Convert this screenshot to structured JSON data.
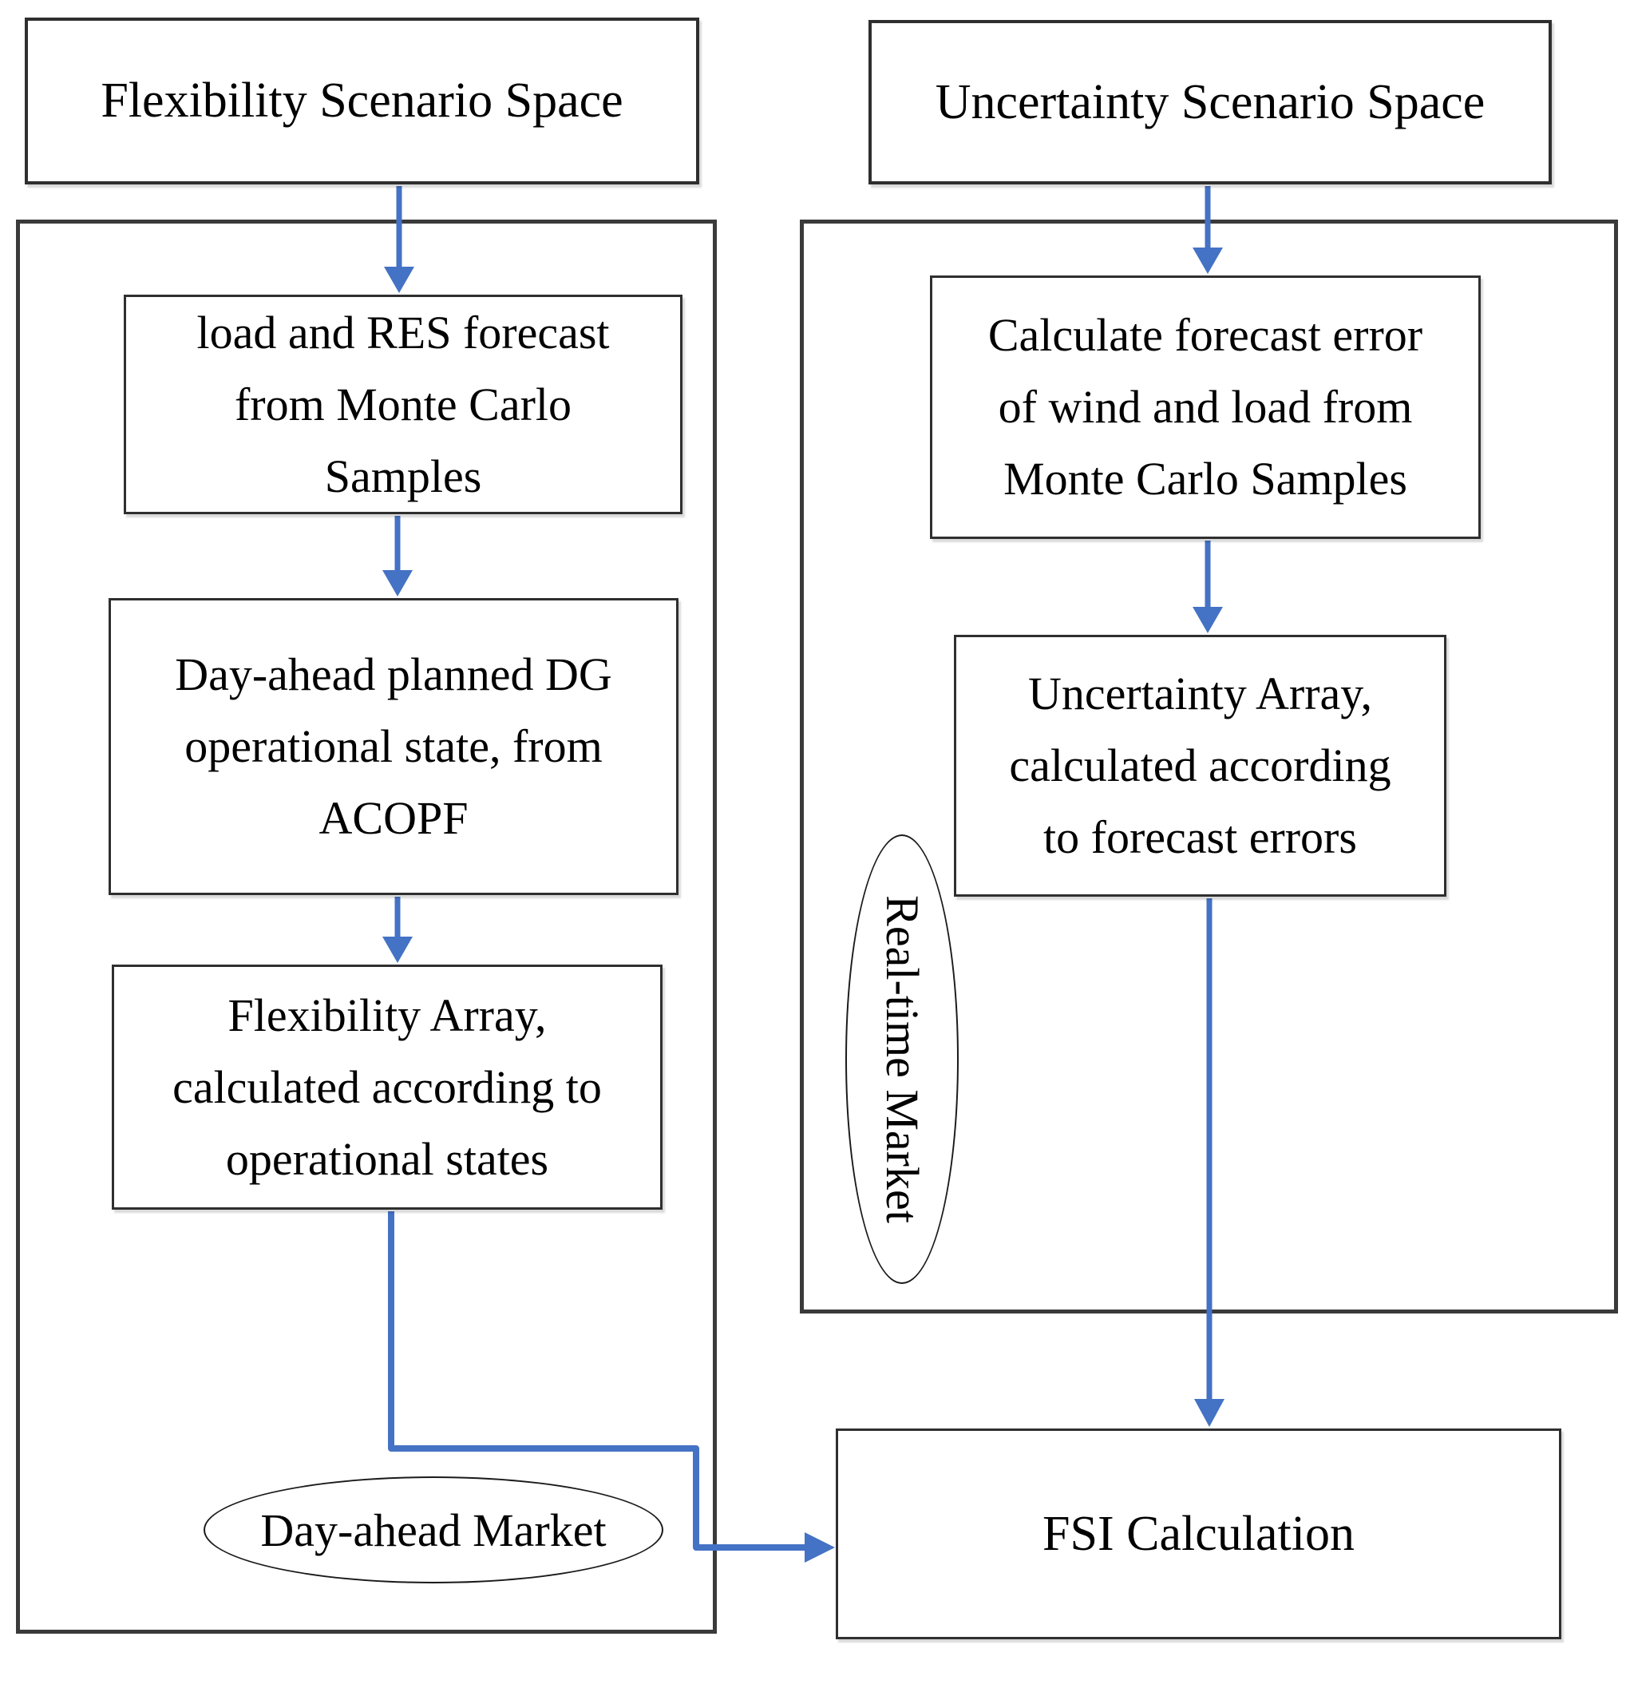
{
  "colors": {
    "arrow": "#4472C4",
    "box_border": "#2f2f2f",
    "container_border": "#3a3a3a",
    "ellipse_border": "#1a1a1a",
    "background": "#ffffff",
    "text": "#000000"
  },
  "left": {
    "title": "Flexibility Scenario Space",
    "step1": "load and RES forecast\nfrom Monte Carlo\nSamples",
    "step2": "Day-ahead planned DG\noperational state, from\nACOPF",
    "step3": "Flexibility Array,\ncalculated according to\noperational states",
    "market": "Day-ahead Market"
  },
  "right": {
    "title": "Uncertainty Scenario Space",
    "step1": "Calculate forecast error\nof wind and load from\nMonte Carlo Samples",
    "step2": "Uncertainty Array,\ncalculated according\nto forecast errors",
    "market": "Real-time Market"
  },
  "output": {
    "label": "FSI Calculation"
  }
}
